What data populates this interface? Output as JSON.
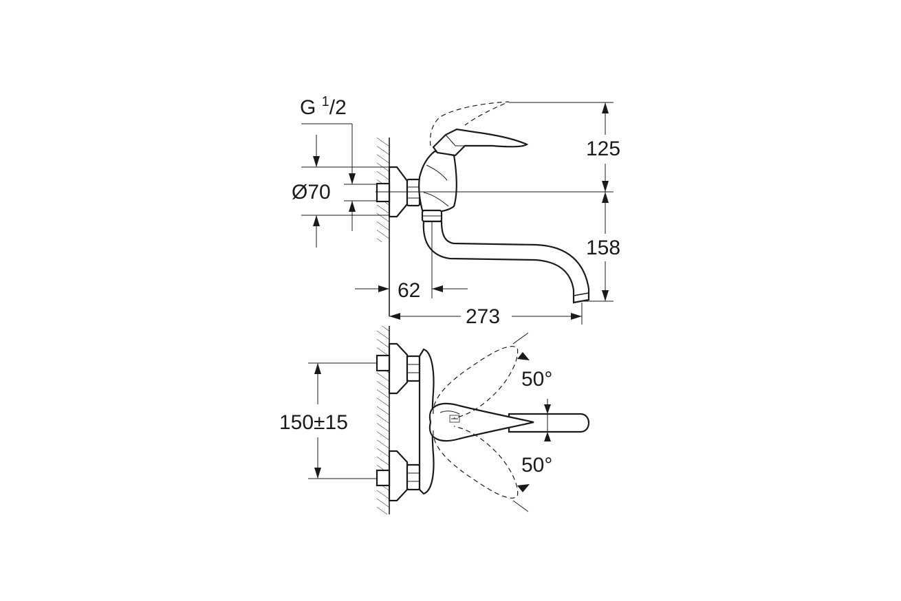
{
  "side_view": {
    "thread_label_main": "G ",
    "thread_label_num": "1",
    "thread_label_den": "/2",
    "diameter_label": "Ø70",
    "height_upper": "125",
    "height_lower": "158",
    "wall_offset": "62",
    "reach": "273"
  },
  "top_view": {
    "spacing": "150±15",
    "angle_upper": "50°",
    "angle_lower": "50°"
  }
}
